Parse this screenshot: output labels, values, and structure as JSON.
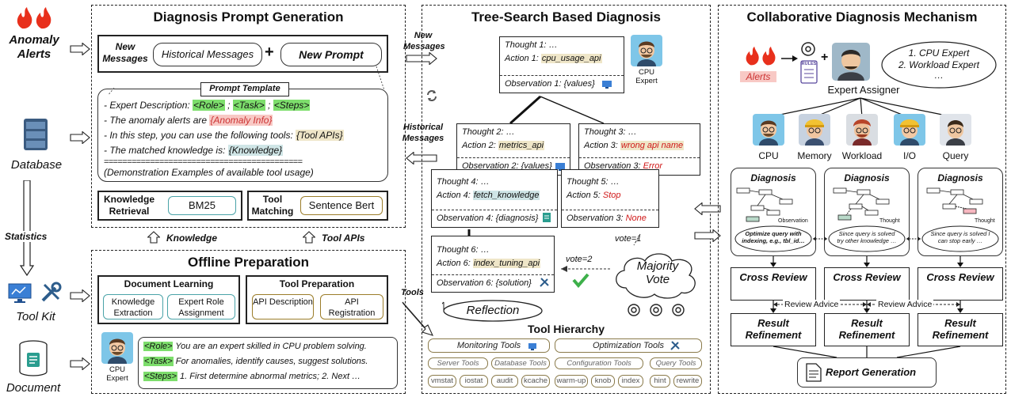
{
  "left": {
    "anomaly_alerts": "Anomaly Alerts",
    "database": "Database",
    "statistics": "Statistics",
    "tool_kit": "Tool Kit",
    "document": "Document"
  },
  "prompt_gen": {
    "title": "Diagnosis Prompt Generation",
    "new_messages": "New Messages",
    "historical_messages": "Historical Messages",
    "plus": "+",
    "new_prompt": "New Prompt",
    "template_title": "Prompt Template",
    "line1_prefix": "- Expert Description:",
    "role": "<Role>",
    "task": "<Task>",
    "steps": "<Steps>",
    "sep": ";",
    "line2_prefix": "- The anomaly alerts are",
    "anomaly_info": "{Anomaly Info}",
    "line3_prefix": "- In this step, you can use the following tools:",
    "tool_apis": "{Tool APIs}",
    "line4_prefix": "- The matched knowledge is:",
    "knowledge": "{Knowledge}",
    "equals": "===========================================",
    "demo": "(Demonstration Examples of available tool usage)",
    "knowledge_retrieval": "Knowledge Retrieval",
    "bm25": "BM25",
    "tool_matching": "Tool Matching",
    "sentence_bert": "Sentence Bert"
  },
  "mid_labels": {
    "knowledge": "Knowledge",
    "tool_apis": "Tool APIs",
    "new_messages": "New Messages",
    "historical_messages": "Historical Messages",
    "tools": "Tools"
  },
  "offline": {
    "title": "Offline Preparation",
    "doc_learning": "Document Learning",
    "knowledge_extraction": "Knowledge Extraction",
    "expert_role_assignment": "Expert Role Assignment",
    "tool_preparation": "Tool Preparation",
    "api_description": "API Description",
    "api_registration": "API Registration",
    "cpu_expert": "CPU Expert",
    "role_tag": "<Role>",
    "role_text": "You are an expert skilled in CPU problem solving.",
    "task_tag": "<Task>",
    "task_text": "For anomalies, identify causes, suggest solutions.",
    "steps_tag": "<Steps>",
    "steps_text": "1. First determine abnormal metrics; 2. Next …"
  },
  "tree": {
    "title": "Tree-Search Based Diagnosis",
    "cpu_expert": "CPU Expert",
    "n1_thought": "Thought 1: …",
    "n1_action": "Action 1:",
    "n1_api": "cpu_usage_api",
    "n1_obs": "Observation 1: {values}",
    "n2_thought": "Thought 2: …",
    "n2_action": "Action 2:",
    "n2_api": "metrics_api",
    "n2_obs": "Observation 2: {values}",
    "n3_thought": "Thought 3: …",
    "n3_action": "Action 3:",
    "n3_api": "wrong api name",
    "n3_obs": "Observation 3:",
    "n3_obs_val": "Error",
    "n4_thought": "Thought 4: …",
    "n4_action": "Action 4:",
    "n4_api": "fetch_knowledge",
    "n4_obs": "Observation 4: {diagnosis}",
    "n5_thought": "Thought 5: …",
    "n5_action": "Action 5:",
    "n5_api": "Stop",
    "n5_obs": "Observation 3:",
    "n5_obs_val": "None",
    "n6_thought": "Thought 6: …",
    "n6_action": "Action 6:",
    "n6_api": "index_tuning_api",
    "n6_obs": "Observation 6: {solution}",
    "vote1": "vote=1",
    "vote2": "vote=2",
    "majority_vote": "Majority Vote",
    "reflection": "Reflection",
    "tool_hierarchy": "Tool Hierarchy",
    "monitoring_tools": "Monitoring Tools",
    "optimization_tools": "Optimization Tools",
    "server_tools": "Server Tools",
    "database_tools": "Database Tools",
    "configuration_tools": "Configuration Tools",
    "query_tools": "Query Tools",
    "leaf_tools": [
      "vmstat",
      "iostat",
      "audit",
      "kcache",
      "warm-up",
      "knob",
      "index",
      "hint",
      "rewrite"
    ]
  },
  "collab": {
    "title": "Collaborative Diagnosis Mechanism",
    "alerts": "Alerts",
    "rules": "RULES",
    "plus": "+",
    "list_line1": "1. CPU Expert",
    "list_line2": "2. Workload Expert",
    "list_line3": "…",
    "expert_assigner": "Expert Assigner",
    "experts": [
      "CPU",
      "Memory",
      "Workload",
      "I/O",
      "Query"
    ],
    "diagnosis": "Diagnosis",
    "observation": "Observation",
    "thought": "Thought",
    "bubble1": "Optimize query with indexing, e.g., tbl_id…",
    "bubble2": "Since query is solved try other knowledge …",
    "bubble3": "Since query is solved I can stop early …",
    "cross_review": "Cross Review",
    "review_advice": "Review Advice",
    "result_refinement": "Result Refinement",
    "report_generation": "Report Generation"
  },
  "colors": {
    "green_highlight": "#7dde6c",
    "red_highlight": "#f8c9c5",
    "beige_highlight": "#efe6c8",
    "teal_border": "#4aa3a8",
    "gold_border": "#9b7d2a",
    "fire": "#e8301c"
  }
}
